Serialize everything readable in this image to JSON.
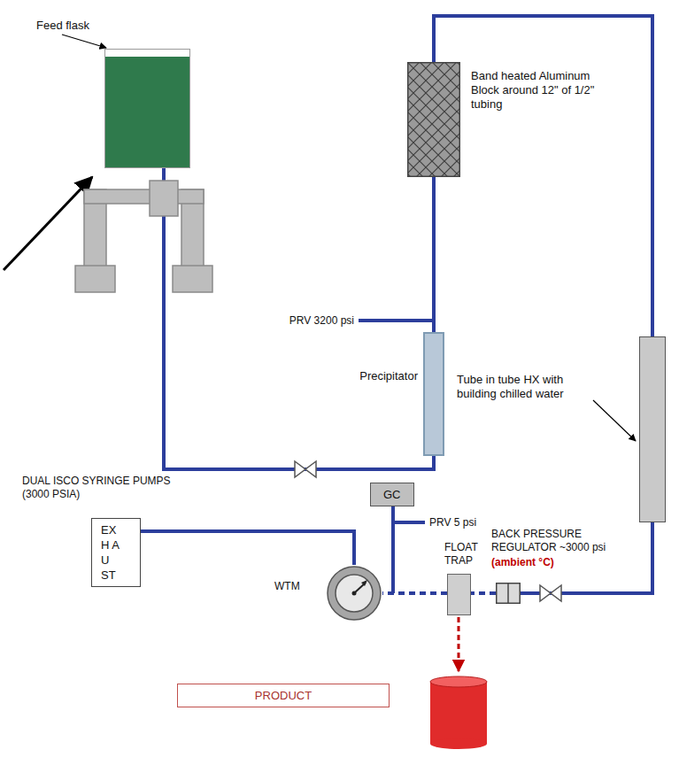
{
  "diagram": {
    "nodes": [
      {
        "text": [
          "Feed flask"
        ]
      },
      {
        "text": [
          "DUAL ISCO SYRINGE PUMPS (3000 PSIA)"
        ]
      },
      {
        "text": [
          "Band heated Aluminum Block around 12\" of 1/2\" tubing"
        ]
      },
      {
        "text": [
          "Precipitator"
        ]
      },
      {
        "text": [
          "Tube in tube HX with building chilled water"
        ]
      },
      {
        "text": [
          "GC"
        ]
      },
      {
        "text": [
          "EX H A U ST"
        ]
      },
      {
        "text": [
          "WTM"
        ]
      },
      {
        "text": [
          "FLOAT TRAP"
        ]
      },
      {
        "text": [
          "BACK PRESSURE REGULATOR ~3000 psi",
          "(ambient °C)"
        ]
      },
      {
        "text": [
          "PRODUCT"
        ]
      }
    ],
    "edges": [
      {
        "from": 0,
        "to": 1,
        "arrow": "none"
      },
      {
        "from": 1,
        "to": 3,
        "arrow": "none"
      },
      {
        "from": 3,
        "to": 2,
        "arrow": "none"
      },
      {
        "from": 2,
        "to": 4,
        "arrow": "none"
      },
      {
        "from": 4,
        "to": 9,
        "arrow": "none"
      },
      {
        "from": 9,
        "to": 8,
        "arrow": "none"
      },
      {
        "from": 8,
        "to": 7,
        "arrow": "none"
      },
      {
        "from": 7,
        "to": 6,
        "arrow": "none"
      }
    ],
    "labels": [
      "PRV 3200 psi",
      "PRV 5 psi"
    ]
  }
}
